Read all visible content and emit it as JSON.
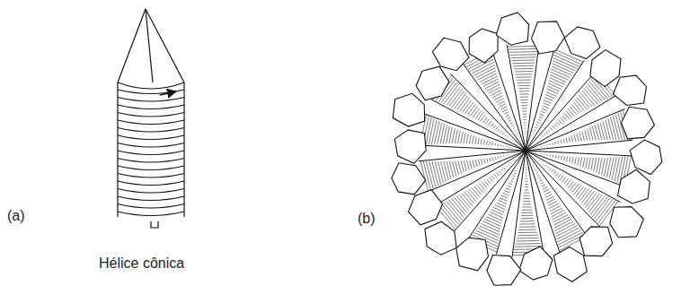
{
  "diagram": {
    "labels": [
      "(a)",
      "Hélice cônica",
      "(b)"
    ]
  }
}
